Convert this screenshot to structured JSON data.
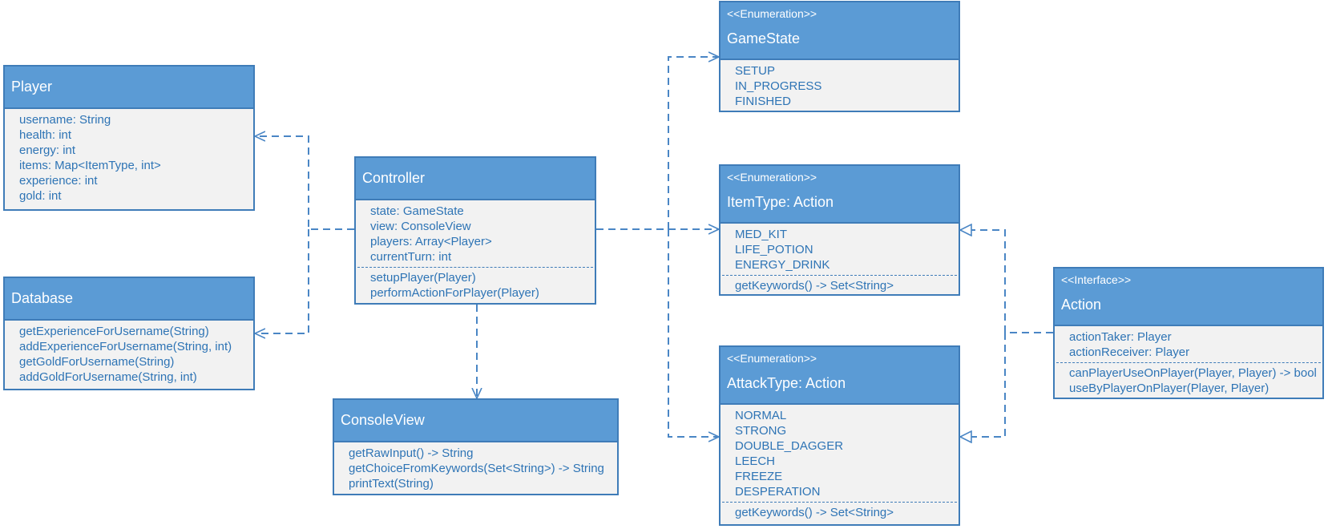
{
  "classes": {
    "player": {
      "name": "Player",
      "attributes": [
        "username: String",
        "health: int",
        "energy: int",
        "items: Map<ItemType, int>",
        "experience: int",
        "gold: int"
      ]
    },
    "database": {
      "name": "Database",
      "methods": [
        "getExperienceForUsername(String)",
        "addExperienceForUsername(String, int)",
        "getGoldForUsername(String)",
        "addGoldForUsername(String, int)"
      ]
    },
    "controller": {
      "name": "Controller",
      "attributes": [
        "state: GameState",
        "view: ConsoleView",
        "players: Array<Player>",
        "currentTurn: int"
      ],
      "methods": [
        "setupPlayer(Player)",
        "performActionForPlayer(Player)"
      ]
    },
    "console_view": {
      "name": "ConsoleView",
      "methods": [
        "getRawInput() -> String",
        "getChoiceFromKeywords(Set<String>) -> String",
        "printText(String)"
      ]
    },
    "game_state": {
      "stereotype": "<<Enumeration>>",
      "name": "GameState",
      "values": [
        "SETUP",
        "IN_PROGRESS",
        "FINISHED"
      ]
    },
    "item_type": {
      "stereotype": "<<Enumeration>>",
      "name": "ItemType: Action",
      "values": [
        "MED_KIT",
        "LIFE_POTION",
        "ENERGY_DRINK"
      ],
      "methods": [
        "getKeywords() -> Set<String>"
      ]
    },
    "attack_type": {
      "stereotype": "<<Enumeration>>",
      "name": "AttackType: Action",
      "values": [
        "NORMAL",
        "STRONG",
        "DOUBLE_DAGGER",
        "LEECH",
        "FREEZE",
        "DESPERATION"
      ],
      "methods": [
        "getKeywords() -> Set<String>"
      ]
    },
    "action": {
      "stereotype": "<<Interface>>",
      "name": "Action",
      "attributes": [
        "actionTaker: Player",
        "actionReceiver: Player"
      ],
      "methods": [
        "canPlayerUseOnPlayer(Player, Player) -> bool",
        "useByPlayerOnPlayer(Player, Player)"
      ]
    }
  },
  "colors": {
    "header_fill": "#5b9bd5",
    "border": "#3f7cb8",
    "body_fill": "#f2f2f2",
    "body_text": "#2e74b5",
    "connector": "#4a86c5"
  }
}
